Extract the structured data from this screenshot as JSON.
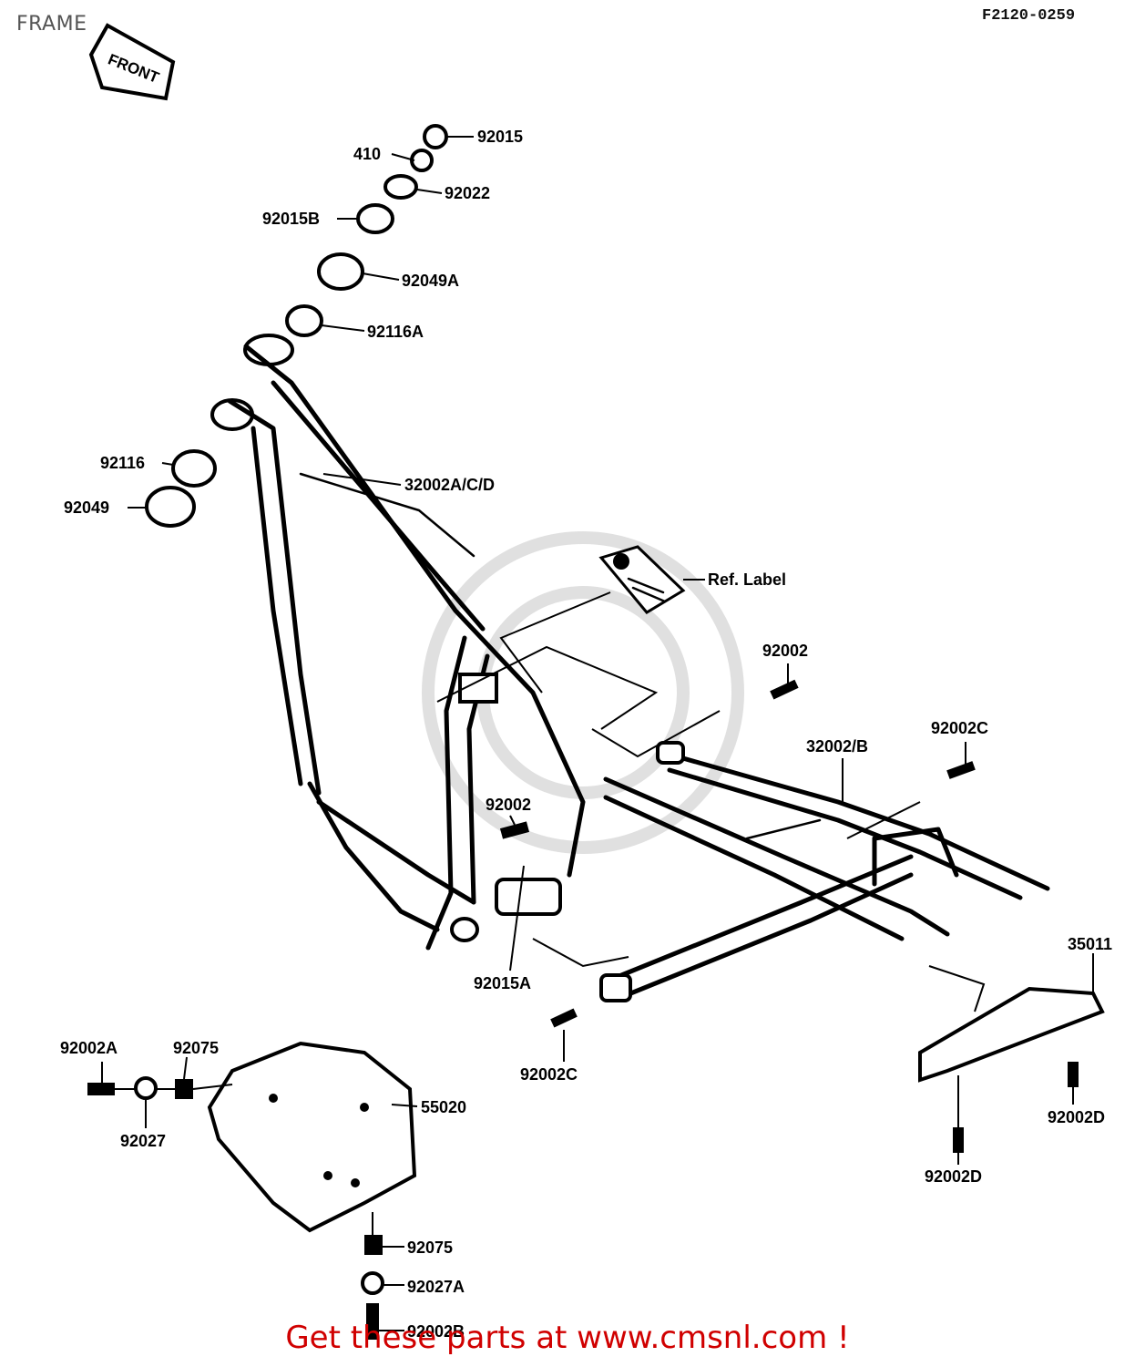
{
  "page": {
    "title": "FRAME",
    "ref_code": "F2120-0259",
    "footer": "Get these parts at www.cmsnl.com !"
  },
  "front_arrow": {
    "label": "FRONT"
  },
  "ref_label": {
    "text": "Ref. Label"
  },
  "labels": {
    "p92015": "92015",
    "p410": "410",
    "p92022": "92022",
    "p92015B": "92015B",
    "p92049A": "92049A",
    "p92116A": "92116A",
    "p92116": "92116",
    "p92049": "92049",
    "p32002ACD": "32002A/C/D",
    "p92002_top": "92002",
    "p92002C_right": "92002C",
    "p32002B": "32002/B",
    "p92002_mid": "92002",
    "p92015A": "92015A",
    "p35011": "35011",
    "p92002C_bottom": "92002C",
    "p92002A": "92002A",
    "p92075_top": "92075",
    "p92027": "92027",
    "p55020": "55020",
    "p92002D_right": "92002D",
    "p92002D_bottom": "92002D",
    "p92075_bottom": "92075",
    "p92027A": "92027A",
    "p92002B": "92002B"
  }
}
